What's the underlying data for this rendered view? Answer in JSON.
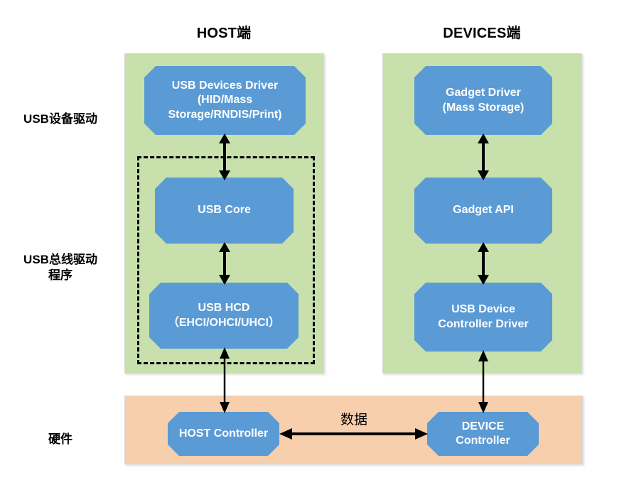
{
  "headers": {
    "host": "HOST端",
    "devices": "DEVICES端"
  },
  "row_labels": {
    "device_driver": "USB设备驱动",
    "bus_driver_line1": "USB总线驱动",
    "bus_driver_line2": "程序",
    "hardware": "硬件"
  },
  "colors": {
    "panel_green": "#c8e0ac",
    "panel_orange": "#f8cfac",
    "node_blue": "#5b9bd5",
    "node_text": "#ffffff",
    "arrow_black": "#000000",
    "dashed_border": "#000000"
  },
  "host_nodes": [
    {
      "id": "usb-devices-driver",
      "lines": [
        "USB Devices Driver",
        "(HID/Mass",
        "Storage/RNDIS/Print)"
      ]
    },
    {
      "id": "usb-core",
      "lines": [
        "USB Core"
      ]
    },
    {
      "id": "usb-hcd",
      "lines": [
        "USB HCD",
        "（EHCI/OHCI/UHCI）"
      ]
    }
  ],
  "device_nodes": [
    {
      "id": "gadget-driver",
      "lines": [
        "Gadget Driver",
        "(Mass Storage)"
      ]
    },
    {
      "id": "gadget-api",
      "lines": [
        "Gadget API"
      ]
    },
    {
      "id": "usb-device-controller-driver",
      "lines": [
        "USB Device",
        "Controller Driver"
      ]
    }
  ],
  "hardware_nodes": [
    {
      "id": "host-controller",
      "lines": [
        "HOST Controller"
      ]
    },
    {
      "id": "device-controller",
      "lines": [
        "DEVICE",
        "Controller"
      ]
    }
  ],
  "edges": {
    "data_label": "数据"
  }
}
